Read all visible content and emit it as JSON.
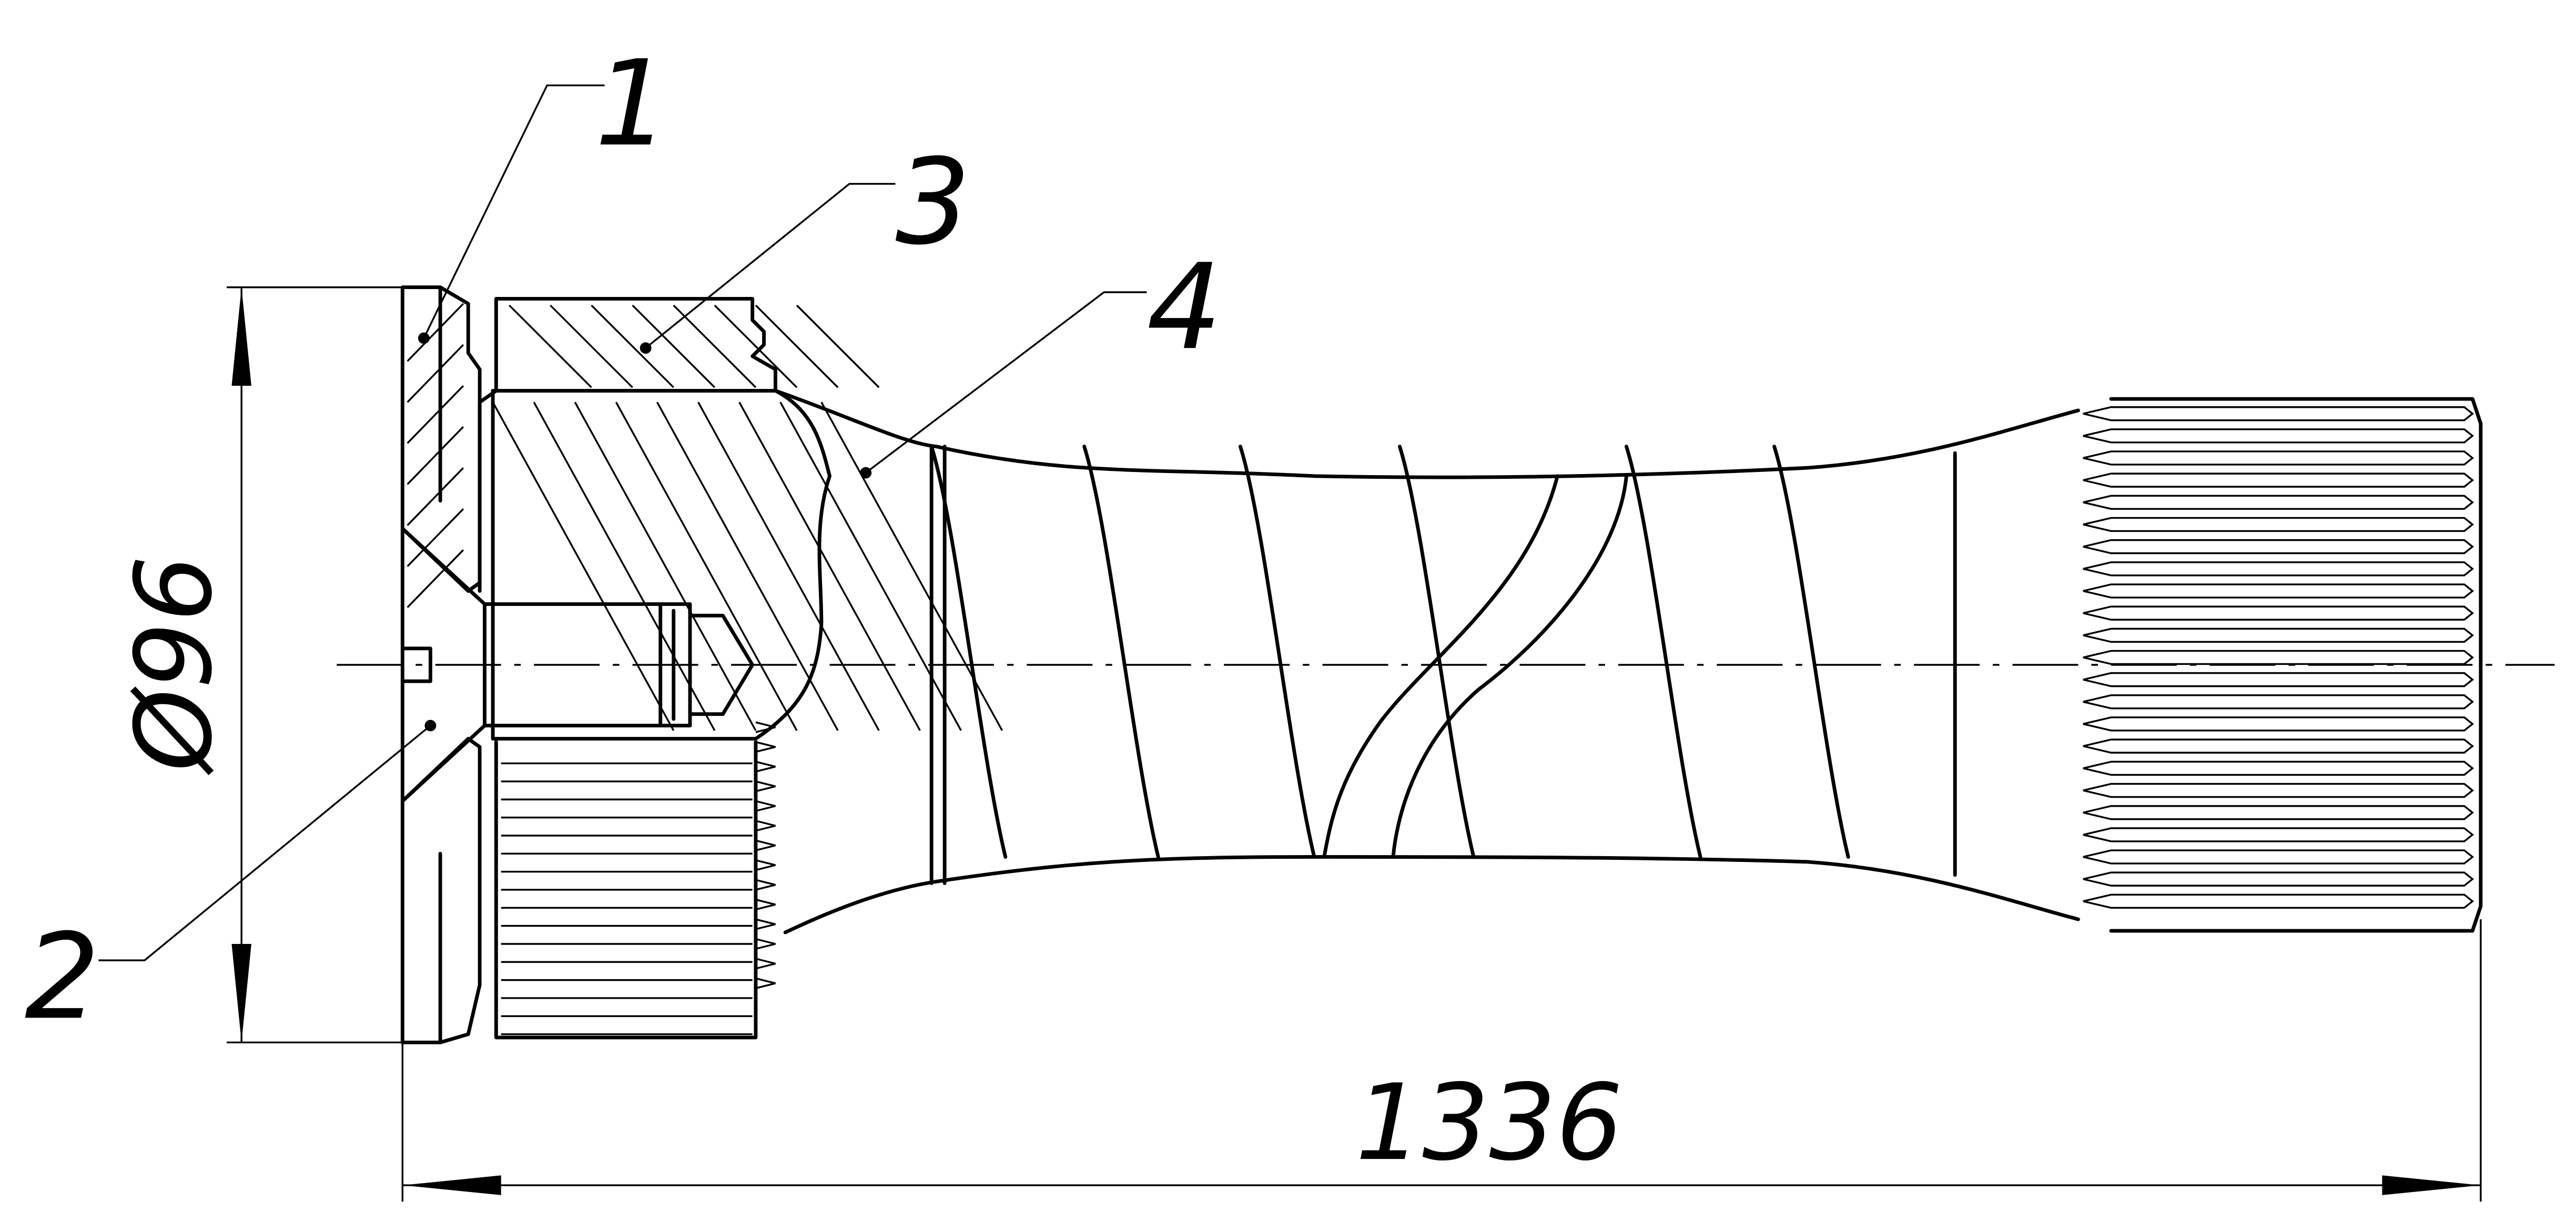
{
  "callouts": {
    "part1": "1",
    "part2": "2",
    "part3": "3",
    "part4": "4"
  },
  "dimensions": {
    "diameter": "Ø96",
    "length": "1336"
  }
}
